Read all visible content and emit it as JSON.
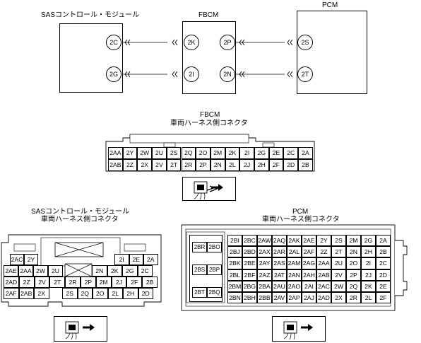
{
  "modules": {
    "sas": {
      "title": "SASコントロール・モジュール",
      "pins": [
        "2C",
        "2G"
      ]
    },
    "fbcm": {
      "title": "FBCM",
      "pins_left": [
        "2K",
        "2I"
      ],
      "pins_right": [
        "2P",
        "2N"
      ]
    },
    "pcm": {
      "title": "PCM",
      "pins": [
        "2S",
        "2T"
      ]
    }
  },
  "fbcm_connector": {
    "title": "FBCM",
    "subtitle": "車両ハーネス側コネクタ",
    "row1": [
      "2AA",
      "2Y",
      "2W",
      "2U",
      "2S",
      "2Q",
      "2O",
      "2M",
      "2K",
      "2I",
      "2G",
      "2E",
      "2C",
      "2A"
    ],
    "row2": [
      "2AB",
      "2Z",
      "2X",
      "2V",
      "2T",
      "2R",
      "2P",
      "2N",
      "2L",
      "2J",
      "2H",
      "2F",
      "2D",
      "2B"
    ]
  },
  "sas_connector": {
    "title": "SASコントロール・モジュール",
    "subtitle": "車両ハーネス側コネクタ",
    "row1_left": [
      "2AC",
      "2Y"
    ],
    "row1_right": [
      "2I",
      "2E",
      "2A"
    ],
    "row2_left": [
      "2AE",
      "2AA",
      "2W",
      "2U"
    ],
    "row2_right": [
      "2N",
      "2K",
      "2G",
      "2C"
    ],
    "row3": [
      "2AD",
      "2Z",
      "2V",
      "2T",
      "2R",
      "2P",
      "2M",
      "2J",
      "2F",
      "2B"
    ],
    "row4_left": [
      "2AF",
      "2AB",
      "2X"
    ],
    "row4_right": [
      "2S",
      "2Q",
      "2O",
      "2L",
      "2H",
      "2D"
    ]
  },
  "pcm_connector": {
    "title": "PCM",
    "subtitle": "車両ハーネス側コネクタ",
    "big_pins": [
      "2BR",
      "2BO",
      "2BS",
      "2BP",
      "2BT",
      "2BQ"
    ],
    "rows": [
      [
        "2BI",
        "2BC",
        "2AW",
        "2AQ",
        "2AK",
        "2AE",
        "2Y",
        "2S",
        "2M",
        "2G",
        "2A"
      ],
      [
        "2BJ",
        "2BD",
        "2AX",
        "2AR",
        "2AL",
        "2AF",
        "2Z",
        "2T",
        "2N",
        "2H",
        "2B"
      ],
      [
        "2BK",
        "2BE",
        "2AY",
        "2AS",
        "2AM",
        "2AG",
        "2AA",
        "2U",
        "2O",
        "2I",
        "2C"
      ],
      [
        "2BL",
        "2BF",
        "2AZ",
        "2AT",
        "2AN",
        "2AH",
        "2AB",
        "2V",
        "2P",
        "2J",
        "2D"
      ],
      [
        "2BM",
        "2BG",
        "2BA",
        "2AU",
        "2AO",
        "2AI",
        "2AC",
        "2W",
        "2Q",
        "2K",
        "2E"
      ],
      [
        "2BN",
        "2BH",
        "2BB",
        "2AV",
        "2AP",
        "2AJ",
        "2AD",
        "2X",
        "2R",
        "2L",
        "2F"
      ]
    ]
  }
}
